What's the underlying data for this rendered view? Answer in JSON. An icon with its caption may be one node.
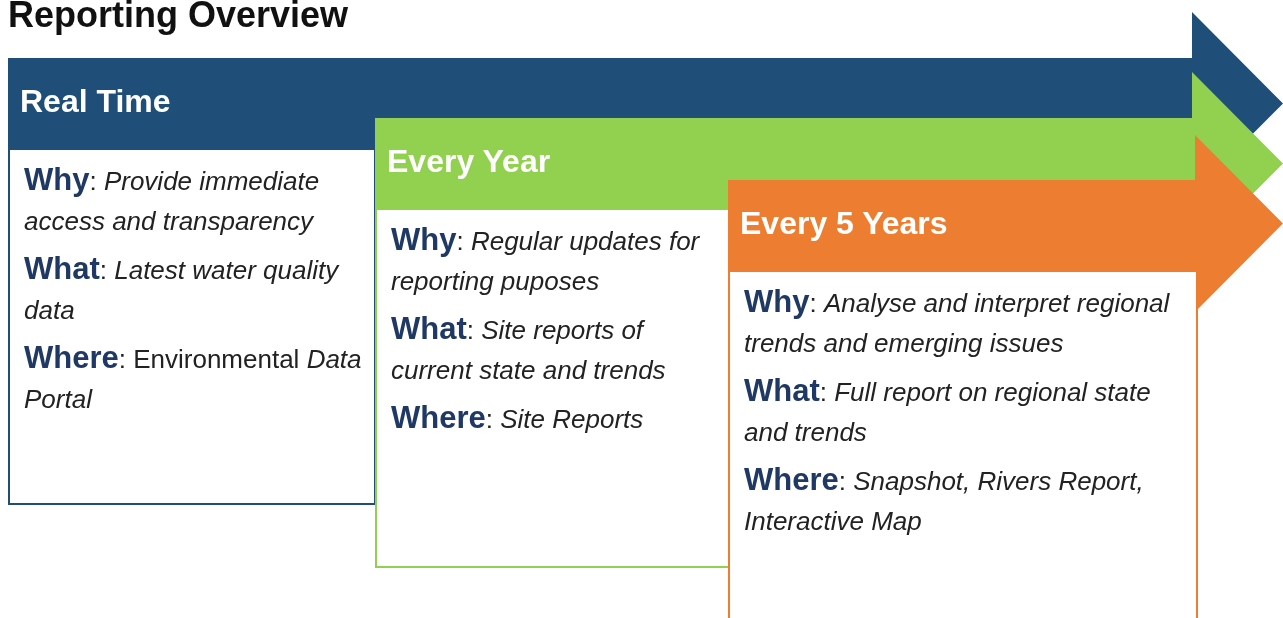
{
  "diagram": {
    "title": "Reporting Overview",
    "nodes": [
      {
        "text": [
          "Real Time"
        ]
      },
      {
        "text": [
          "**Why**: *Provide immediate access and transparency*",
          "**What**: *Latest water quality data*",
          "**Where**: Environmental *Data Portal*"
        ]
      },
      {
        "text": [
          "Every Year"
        ]
      },
      {
        "text": [
          "**Why**: *Regular updates for reporting puposes*",
          "**What**: *Site reports of current state and trends*",
          "**Where**: *Site Reports*"
        ]
      },
      {
        "text": [
          "Every 5 Years"
        ]
      },
      {
        "text": [
          "**Why**: *Analyse and interpret regional trends and emerging issues*",
          "**What**: *Full report on regional state and trends*",
          "**Where**: *Snapshot, Rivers Report, Interactive Map*"
        ]
      }
    ],
    "edges": []
  }
}
